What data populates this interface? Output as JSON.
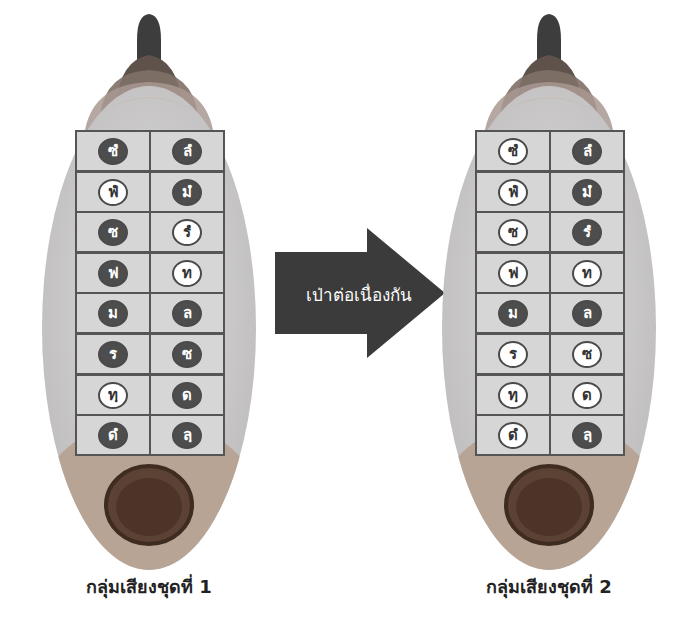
{
  "diagram": {
    "nodes": [
      {
        "text": [
          "กลุ่มเสียงชุดที่ 1"
        ]
      },
      {
        "text": [
          "ซํ"
        ],
        "in": 0
      },
      {
        "text": [
          "ลํ"
        ],
        "in": 0
      },
      {
        "text": [
          "ฟํ"
        ],
        "in": 0
      },
      {
        "text": [
          "มํ"
        ],
        "in": 0
      },
      {
        "text": [
          "ซ"
        ],
        "in": 0
      },
      {
        "text": [
          "รํ"
        ],
        "in": 0
      },
      {
        "text": [
          "ฟ"
        ],
        "in": 0
      },
      {
        "text": [
          "ท"
        ],
        "in": 0
      },
      {
        "text": [
          "ม"
        ],
        "in": 0
      },
      {
        "text": [
          "ล"
        ],
        "in": 0
      },
      {
        "text": [
          "ร"
        ],
        "in": 0
      },
      {
        "text": [
          "ซ"
        ],
        "in": 0
      },
      {
        "text": [
          "ทฺ"
        ],
        "in": 0
      },
      {
        "text": [
          "ด"
        ],
        "in": 0
      },
      {
        "text": [
          "ดํ"
        ],
        "in": 0
      },
      {
        "text": [
          "ลฺ"
        ],
        "in": 0
      },
      {
        "text": [
          "เป่าต่อเนื่องกัน"
        ]
      },
      {
        "text": [
          "กลุ่มเสียงชุดที่ 2"
        ]
      },
      {
        "text": [
          "ซํ"
        ],
        "in": 18
      },
      {
        "text": [
          "ลํ"
        ],
        "in": 18
      },
      {
        "text": [
          "ฟํ"
        ],
        "in": 18
      },
      {
        "text": [
          "มํ"
        ],
        "in": 18
      },
      {
        "text": [
          "ซ"
        ],
        "in": 18
      },
      {
        "text": [
          "รํ"
        ],
        "in": 18
      },
      {
        "text": [
          "ฟ"
        ],
        "in": 18
      },
      {
        "text": [
          "ท"
        ],
        "in": 18
      },
      {
        "text": [
          "ม"
        ],
        "in": 18
      },
      {
        "text": [
          "ล"
        ],
        "in": 18
      },
      {
        "text": [
          "ร"
        ],
        "in": 18
      },
      {
        "text": [
          "ซ"
        ],
        "in": 18
      },
      {
        "text": [
          "ทฺ"
        ],
        "in": 18
      },
      {
        "text": [
          "ด"
        ],
        "in": 18
      },
      {
        "text": [
          "ดํ"
        ],
        "in": 18
      },
      {
        "text": [
          "ลฺ"
        ],
        "in": 18
      }
    ]
  }
}
